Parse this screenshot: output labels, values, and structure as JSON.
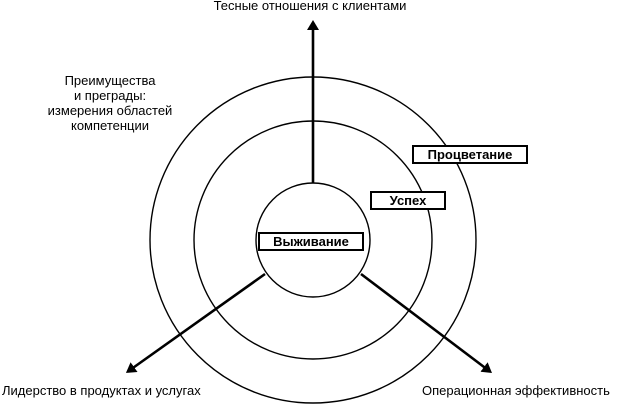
{
  "axes": {
    "top": "Тесные отношения с клиентами",
    "bottom_left": "Лидерство в продуктах и услугах",
    "bottom_right": "Операционная эффективность"
  },
  "note": "Преимущества\nи преграды:\nизмерения областей\nкомпетенции",
  "zones": {
    "outer": "Процветание",
    "middle": "Успех",
    "inner": "Выживание"
  },
  "colors": {
    "stroke": "#000000",
    "background": "#ffffff"
  }
}
